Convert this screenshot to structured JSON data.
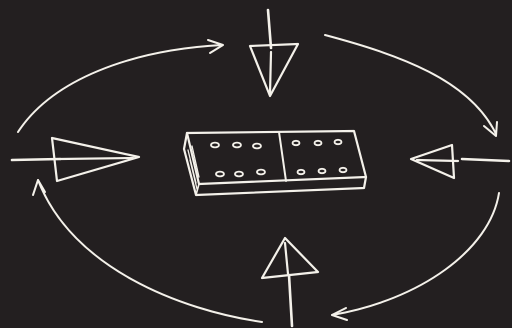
{
  "colors": {
    "background": "#231f20",
    "chalk": "#f4f1ea"
  },
  "diagram": {
    "center_object": "domino-tile",
    "left_half_pips": 6,
    "right_half_pips": 6,
    "inward_arrows": [
      "top",
      "right",
      "bottom",
      "left"
    ],
    "circulation": "clockwise",
    "labels": []
  }
}
